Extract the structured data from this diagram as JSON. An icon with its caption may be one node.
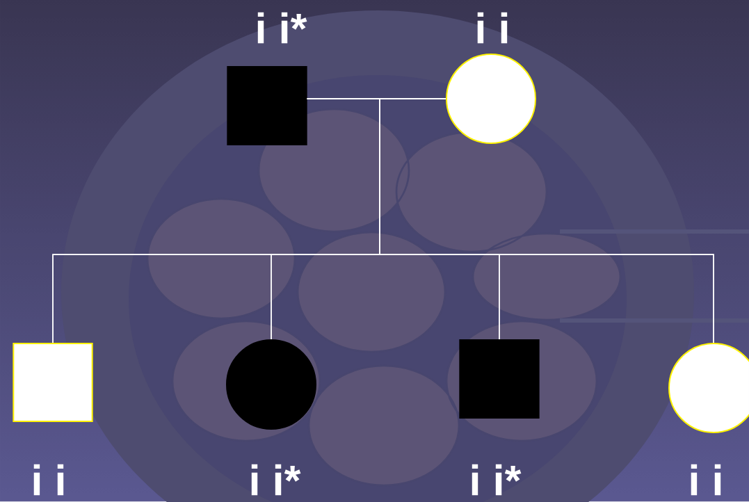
{
  "diagram": {
    "nodes": [
      {
        "text": [
          "i i*"
        ]
      },
      {
        "text": [
          "i i"
        ]
      },
      {
        "text": [
          "i i"
        ]
      },
      {
        "text": [
          "i i*"
        ]
      },
      {
        "text": [
          "i i*"
        ]
      },
      {
        "text": [
          "i i"
        ]
      }
    ],
    "edges": [
      {
        "from": 0,
        "to": 1,
        "arrow": "none"
      },
      {
        "from": 0,
        "to": 2,
        "arrow": "none"
      },
      {
        "from": 0,
        "to": 3,
        "arrow": "none"
      },
      {
        "from": 0,
        "to": 4,
        "arrow": "none"
      },
      {
        "from": 0,
        "to": 5,
        "arrow": "none"
      },
      {
        "from": 1,
        "to": 2,
        "arrow": "none"
      },
      {
        "from": 1,
        "to": 3,
        "arrow": "none"
      },
      {
        "from": 1,
        "to": 4,
        "arrow": "none"
      },
      {
        "from": 1,
        "to": 5,
        "arrow": "none"
      }
    ]
  }
}
